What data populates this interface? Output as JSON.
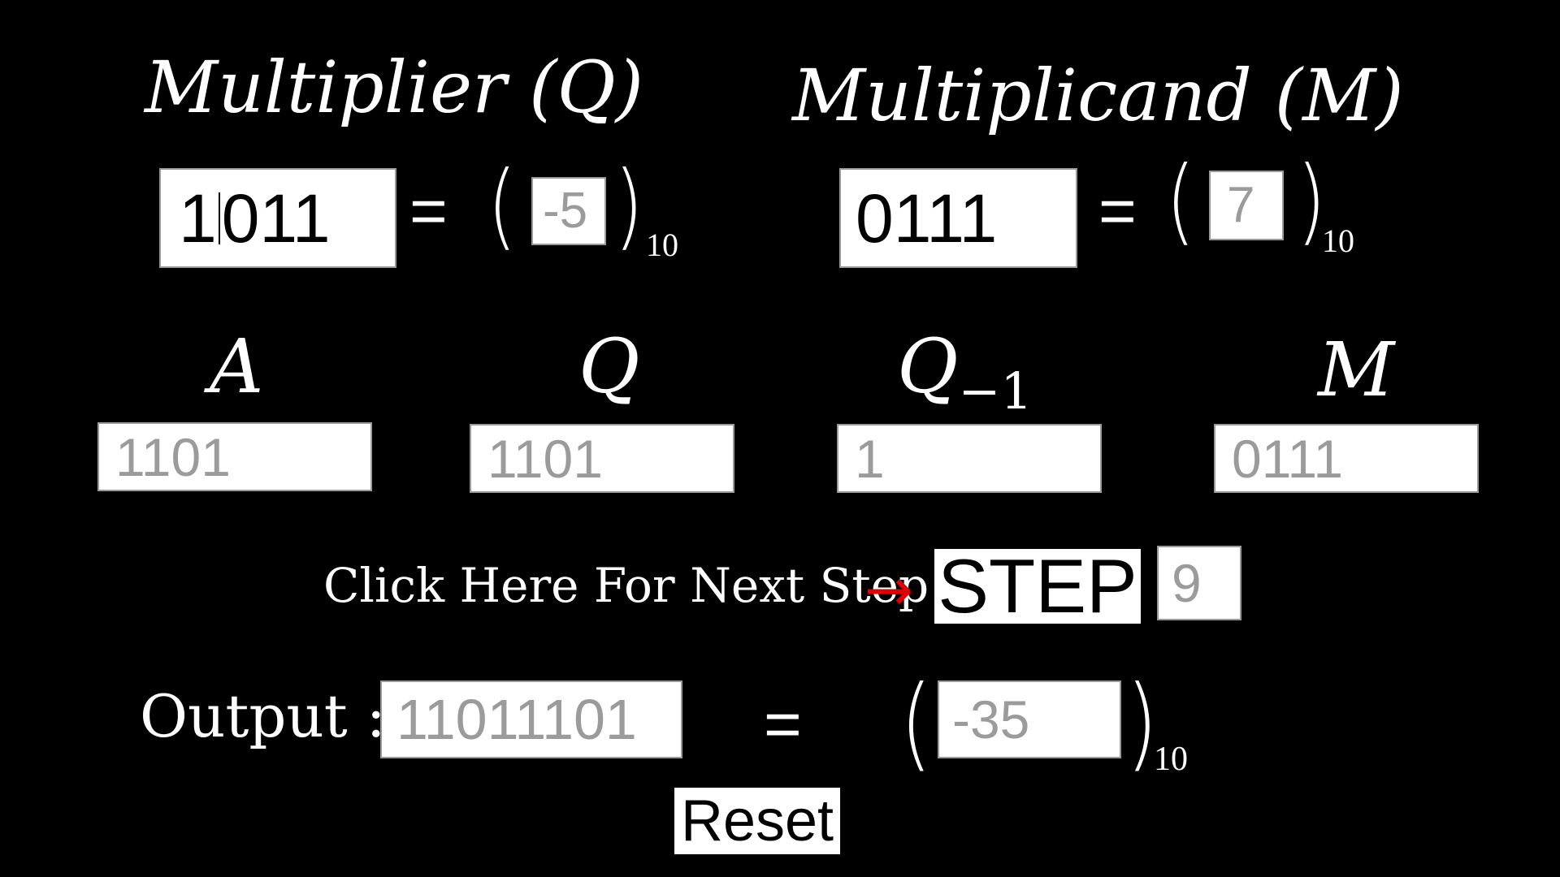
{
  "multiplier": {
    "title": "Multiplier (Q)",
    "binary_value_before_caret": "1",
    "binary_value_after_caret": "011",
    "equals": "=",
    "decimal_value": "-5",
    "base_subscript": "10"
  },
  "multiplicand": {
    "title": "Multiplicand (M)",
    "binary_value": "0111",
    "equals": "=",
    "decimal_value": "7",
    "base_subscript": "10"
  },
  "registers": {
    "a": {
      "label": "A",
      "value": "1101"
    },
    "q": {
      "label": "Q",
      "value": "1101"
    },
    "q_minus_1": {
      "label": "Q",
      "label_subscript": "−1",
      "value": "1"
    },
    "m": {
      "label": "M",
      "value": "0111"
    }
  },
  "step": {
    "instruction": "Click Here For Next Step",
    "arrow": "→",
    "button_label": "STEP",
    "step_count": "9"
  },
  "output": {
    "label": "Output :",
    "binary_value": "11011101",
    "equals": "=",
    "decimal_value": "-35",
    "base_subscript": "10"
  },
  "reset": {
    "label": "Reset"
  },
  "colors": {
    "background": "#000000",
    "text": "#ffffff",
    "field_bg": "#ffffff",
    "readonly_text": "#9b9b9b",
    "arrow": "#e00000"
  }
}
